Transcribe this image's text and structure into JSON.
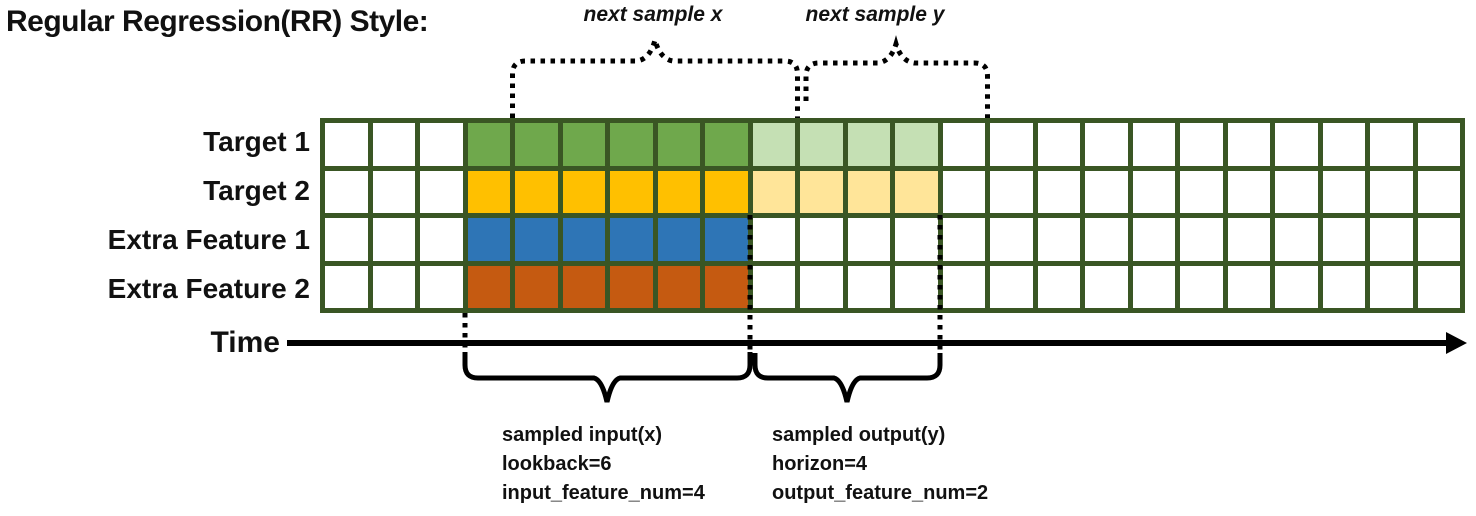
{
  "title": "Regular Regression(RR) Style:",
  "annotations": {
    "next_sample_x": "next sample x",
    "next_sample_y": "next sample y",
    "time_label": "Time",
    "input_lines": [
      "sampled input(x)",
      "lookback=6",
      "input_feature_num=4"
    ],
    "output_lines": [
      "sampled output(y)",
      "horizon=4",
      "output_feature_num=2"
    ]
  },
  "colors": {
    "grid_line": "#3A5624",
    "target1_input": "#6FA84C",
    "target1_output": "#C5E0B4",
    "target2_input": "#FFC000",
    "target2_output": "#FFE599",
    "extra1_input": "#2E75B6",
    "extra2_input": "#C55A11",
    "annotation_stroke": "#000000"
  },
  "grid": {
    "columns": 24,
    "input_start": 3,
    "input_length": 6,
    "output_start": 9,
    "output_length": 4,
    "rows": [
      {
        "label": "Target 1",
        "input_color": "#6FA84C",
        "output_color": "#C5E0B4"
      },
      {
        "label": "Target 2",
        "input_color": "#FFC000",
        "output_color": "#FFE599"
      },
      {
        "label": "Extra Feature 1",
        "input_color": "#2E75B6",
        "output_color": null
      },
      {
        "label": "Extra Feature 2",
        "input_color": "#C55A11",
        "output_color": null
      }
    ]
  }
}
